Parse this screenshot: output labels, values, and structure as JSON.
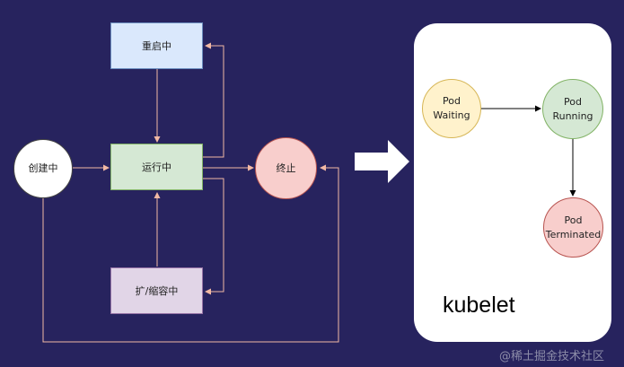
{
  "colors": {
    "background": "#27235e",
    "arrow": "#f2b9a4",
    "restart_fill": "#dae8fc",
    "running_fill": "#d5e8d4",
    "scaling_fill": "#e1d5e7",
    "terminated_fill": "#f8cecc",
    "waiting_fill": "#fff2cc"
  },
  "left_diagram": {
    "creating": "创建中",
    "restarting": "重启中",
    "running": "运行中",
    "terminated": "终止",
    "scaling": "扩/缩容中"
  },
  "kubelet_panel": {
    "title": "kubelet",
    "pod_waiting": [
      "Pod",
      "Waiting"
    ],
    "pod_running": [
      "Pod",
      "Running"
    ],
    "pod_terminated": [
      "Pod",
      "Terminated"
    ]
  },
  "watermark": "@稀土掘金技术社区"
}
